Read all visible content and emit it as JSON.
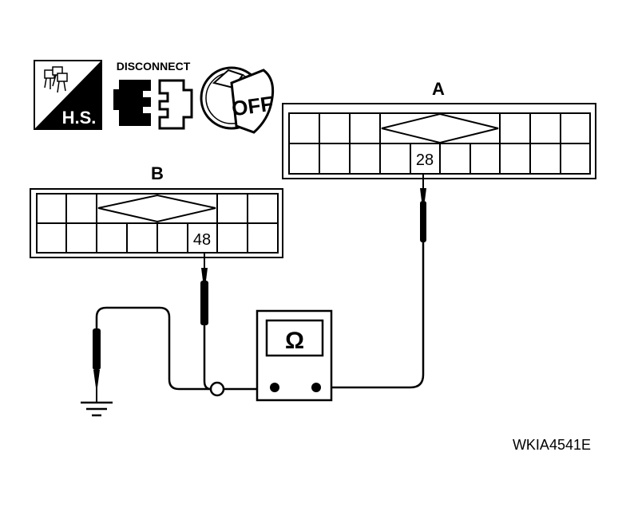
{
  "icons": {
    "harness_label": "H.S.",
    "disconnect_label": "DISCONNECT",
    "ignition_label": "OFF"
  },
  "connector_a": {
    "label": "A",
    "terminal": "28"
  },
  "connector_b": {
    "label": "B",
    "terminal": "48"
  },
  "meter": {
    "symbol": "Ω"
  },
  "figure_id": "WKIA4541E"
}
